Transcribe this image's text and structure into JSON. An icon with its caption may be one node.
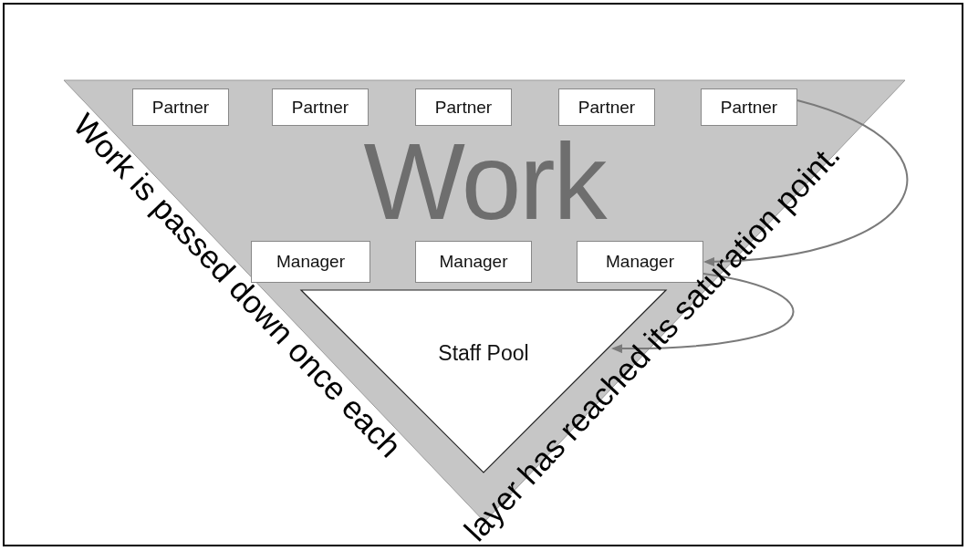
{
  "diagram": {
    "nodes": [
      {
        "text": [
          "Work"
        ]
      },
      {
        "text": [
          "Partner"
        ],
        "in": 0
      },
      {
        "text": [
          "Partner"
        ],
        "in": 0
      },
      {
        "text": [
          "Partner"
        ],
        "in": 0
      },
      {
        "text": [
          "Partner"
        ],
        "in": 0
      },
      {
        "text": [
          "Partner"
        ],
        "in": 0
      },
      {
        "text": [
          "Manager"
        ],
        "in": 0
      },
      {
        "text": [
          "Manager"
        ],
        "in": 0
      },
      {
        "text": [
          "Manager"
        ],
        "in": 0
      },
      {
        "text": [
          "Staff Pool"
        ],
        "in": 0
      }
    ],
    "edges": [
      {
        "from": 5,
        "to": 8,
        "arrow": "to"
      },
      {
        "from": 8,
        "to": 9,
        "arrow": "to"
      }
    ],
    "labels": [
      "Work is passed down once each",
      "layer has reached its saturation point."
    ]
  }
}
